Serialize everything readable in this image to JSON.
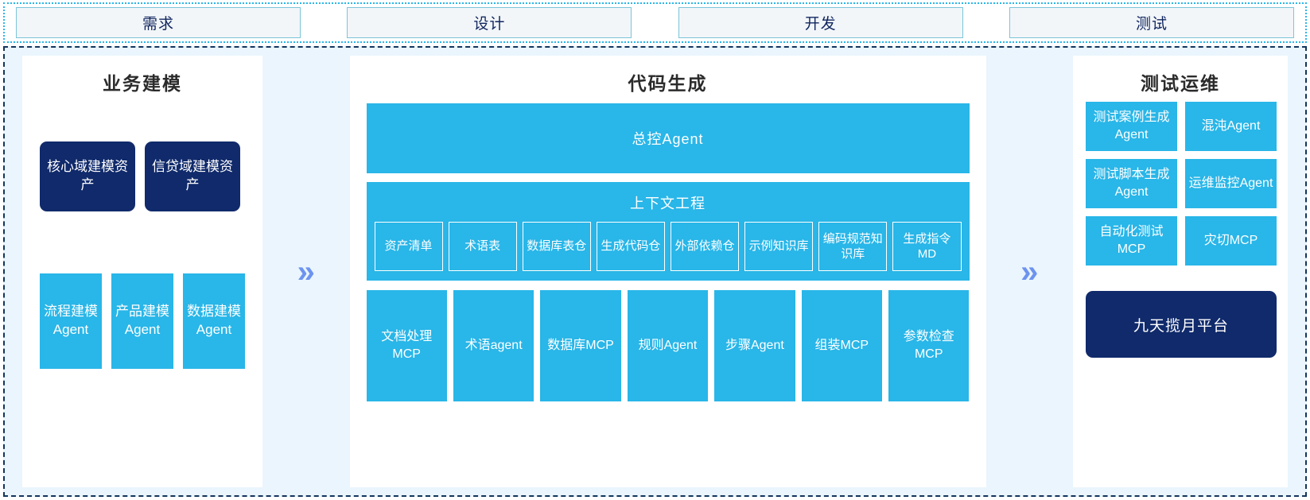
{
  "phase_bar": {
    "phases": [
      {
        "label": "需求"
      },
      {
        "label": "设计"
      },
      {
        "label": "开发"
      },
      {
        "label": "测试"
      }
    ]
  },
  "chevrons": {
    "glyph": "»"
  },
  "colors": {
    "cyan": "#29b6e8",
    "navy": "#102a6b",
    "chevron": "#6d93ef",
    "panel_bg": "#eaf5fd",
    "phase_fill": "#f2f6f9",
    "phase_border": "#7cc5d8"
  },
  "panels": {
    "business_modeling": {
      "title": "业务建模",
      "assets": [
        {
          "label": "核心域建模资产"
        },
        {
          "label": "信贷域建模资产"
        }
      ],
      "agents": [
        {
          "label": "流程建模Agent"
        },
        {
          "label": "产品建模Agent"
        },
        {
          "label": "数据建模Agent"
        }
      ]
    },
    "code_generation": {
      "title": "代码生成",
      "master_agent": "总控Agent",
      "context_engineering": {
        "title": "上下文工程",
        "items": [
          {
            "label": "资产清单"
          },
          {
            "label": "术语表"
          },
          {
            "label": "数据库表仓"
          },
          {
            "label": "生成代码仓"
          },
          {
            "label": "外部依赖仓"
          },
          {
            "label": "示例知识库"
          },
          {
            "label": "编码规范知识库"
          },
          {
            "label": "生成指令MD"
          }
        ]
      },
      "tools": [
        {
          "label": "文档处理MCP"
        },
        {
          "label": "术语agent"
        },
        {
          "label": "数据库MCP"
        },
        {
          "label": "规则Agent"
        },
        {
          "label": "步骤Agent"
        },
        {
          "label": "组装MCP"
        },
        {
          "label": "参数检查MCP"
        }
      ]
    },
    "test_ops": {
      "title": "测试运维",
      "items": [
        {
          "label": "测试案例生成Agent"
        },
        {
          "label": "混沌Agent"
        },
        {
          "label": "测试脚本生成Agent"
        },
        {
          "label": "运维监控Agent"
        },
        {
          "label": "自动化测试MCP"
        },
        {
          "label": "灾切MCP"
        }
      ],
      "platform": {
        "label": "九天揽月平台"
      }
    }
  }
}
